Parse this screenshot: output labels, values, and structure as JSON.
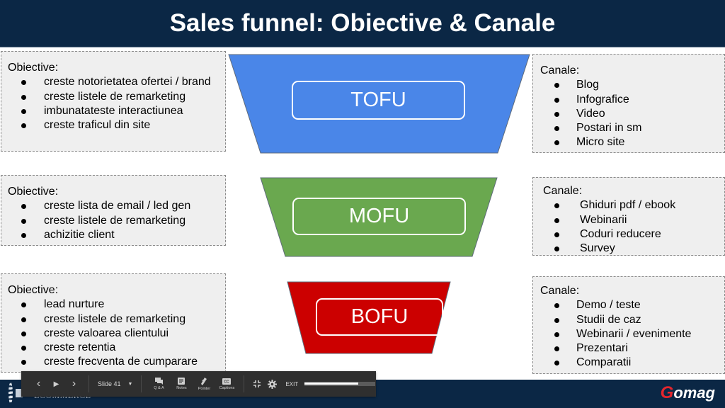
{
  "slide": {
    "title": "Sales funnel: Obiective & Canale"
  },
  "colors": {
    "title_bg": "#0b2745",
    "tofu": "#4a86e8",
    "mofu": "#6aa84f",
    "bofu": "#cc0000",
    "box_bg": "#efefef"
  },
  "funnel": {
    "stages": [
      {
        "label": "TOFU"
      },
      {
        "label": "MOFU"
      },
      {
        "label": "BOFU"
      }
    ]
  },
  "objectives": [
    {
      "heading": "Obiective:",
      "items": [
        "creste notorietatea ofertei / brand",
        "creste listele de remarketing",
        "imbunatateste interactiunea",
        "creste traficul din site"
      ]
    },
    {
      "heading": "Obiective:",
      "items": [
        "creste lista de email / led gen",
        "creste listele de remarketing",
        "achizitie client"
      ]
    },
    {
      "heading": "Obiective:",
      "items": [
        "lead nurture",
        "creste listele de remarketing",
        "creste valoarea clientului",
        "creste retentia",
        "creste frecventa de cumparare"
      ]
    }
  ],
  "channels": [
    {
      "heading": "Canale:",
      "items": [
        "Blog",
        "Infografice",
        "Video",
        "Postari in sm",
        "Micro site"
      ]
    },
    {
      "heading": "Canale:",
      "items": [
        "Ghiduri pdf / ebook",
        "Webinarii",
        "Coduri reducere",
        "Survey"
      ]
    },
    {
      "heading": "Canale:",
      "items": [
        "Demo / teste",
        "Studii de caz",
        "Webinarii / evenimente",
        "Prezentari",
        "Comparatii"
      ]
    }
  ],
  "footer": {
    "left_logo_text": "ECOMMERCE",
    "right_logo_first": "G",
    "right_logo_rest": "omag"
  },
  "presenter_bar": {
    "prev_icon": "‹",
    "play_icon": "▶",
    "next_icon": "›",
    "slide_label": "Slide 41",
    "caret_icon": "▼",
    "tools": [
      {
        "label": "Q & A",
        "icon": "chat-icon"
      },
      {
        "label": "Notes",
        "icon": "notes-icon"
      },
      {
        "label": "Pointer",
        "icon": "pointer-icon"
      },
      {
        "label": "Captions",
        "icon": "captions-icon"
      }
    ],
    "exit_label": "EXIT",
    "progress_percent": 76
  }
}
